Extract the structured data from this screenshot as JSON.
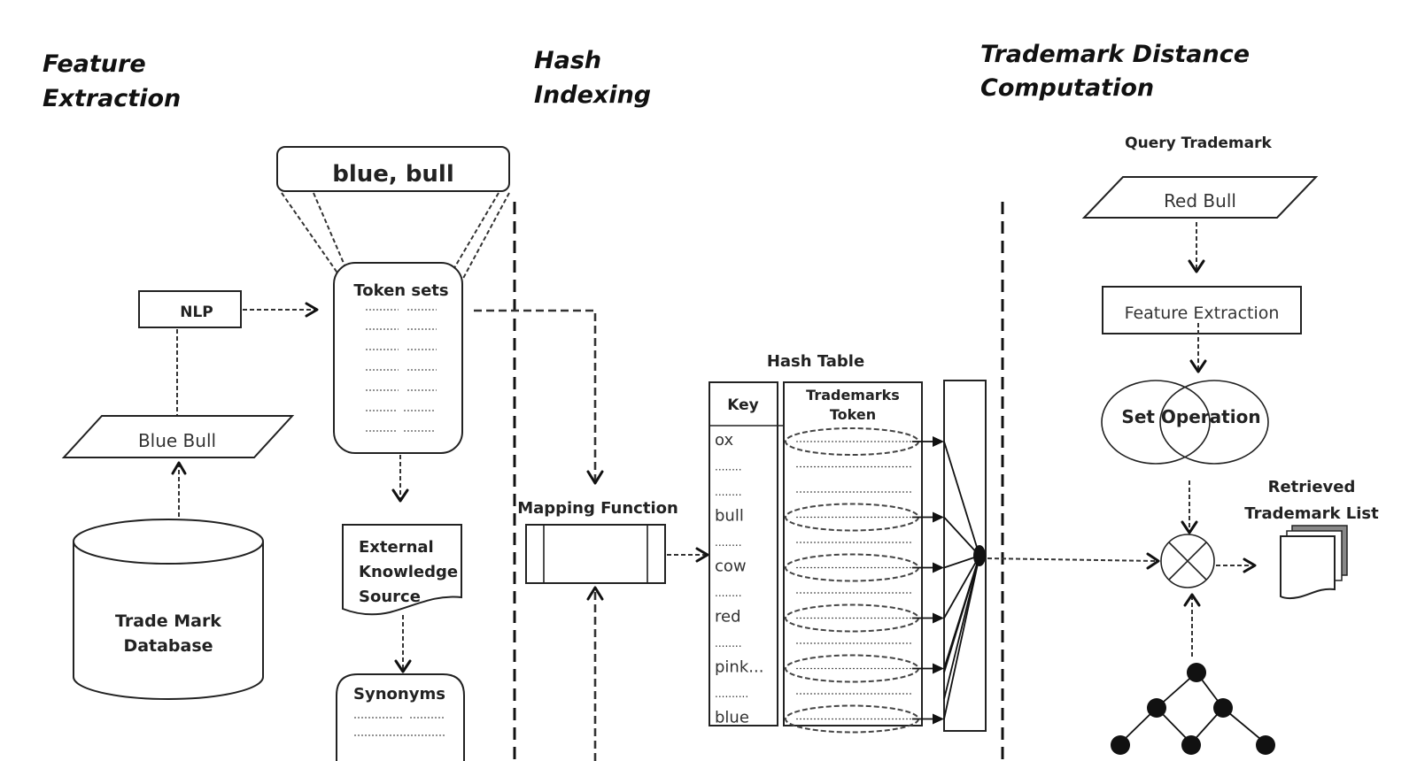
{
  "sections": {
    "feature_extraction": [
      "Feature",
      "Extraction"
    ],
    "hash_indexing": [
      "Hash",
      "Indexing"
    ],
    "distance_computation": [
      "Trademark Distance",
      "Computation"
    ]
  },
  "feature_extraction": {
    "token_banner": "blue, bull",
    "nlp": "NLP",
    "input_trademark": "Blue Bull",
    "database": [
      "Trade Mark",
      "Database"
    ],
    "token_sets": "Token sets",
    "external_source": [
      "External",
      "Knowledge",
      "Source"
    ],
    "synonyms": "Synonyms"
  },
  "hash_indexing": {
    "mapping_function": "Mapping Function",
    "hash_table_title": "Hash Table",
    "key_header": "Key",
    "token_header": [
      "Trademarks",
      "Token"
    ],
    "keys": [
      "ox",
      "........",
      "........",
      "bull",
      "........",
      "cow",
      "........",
      "red",
      "........",
      "pink...",
      "..........",
      "blue"
    ]
  },
  "distance_computation": {
    "query_title": "Query Trademark",
    "query_trademark": "Red  Bull",
    "feature_extraction": "Feature Extraction",
    "set_operation": "Set Operation",
    "retrieved_list": [
      "Retrieved",
      "Trademark List"
    ]
  }
}
